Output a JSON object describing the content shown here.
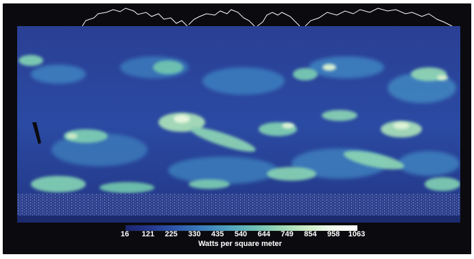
{
  "map": {
    "colors": {
      "low": "#1d2a7a",
      "mid_low": "#2c4fa8",
      "mid": "#3f86bd",
      "mid_high": "#6fc5b0",
      "high": "#c9ecbe",
      "max": "#ffffff",
      "background": "#0b0b0f",
      "coastline": "#ffffff"
    }
  },
  "colorbar": {
    "tick_labels": [
      "16",
      "121",
      "225",
      "330",
      "435",
      "540",
      "644",
      "749",
      "854",
      "958",
      "1063"
    ],
    "units_label": "Watts per square meter",
    "gradient": [
      "#1b2470",
      "#25398f",
      "#2f5aad",
      "#3b7ebc",
      "#4fa2bf",
      "#6cc0b6",
      "#9bd8b5",
      "#cbecc6",
      "#f2fbee",
      "#ffffff"
    ]
  }
}
